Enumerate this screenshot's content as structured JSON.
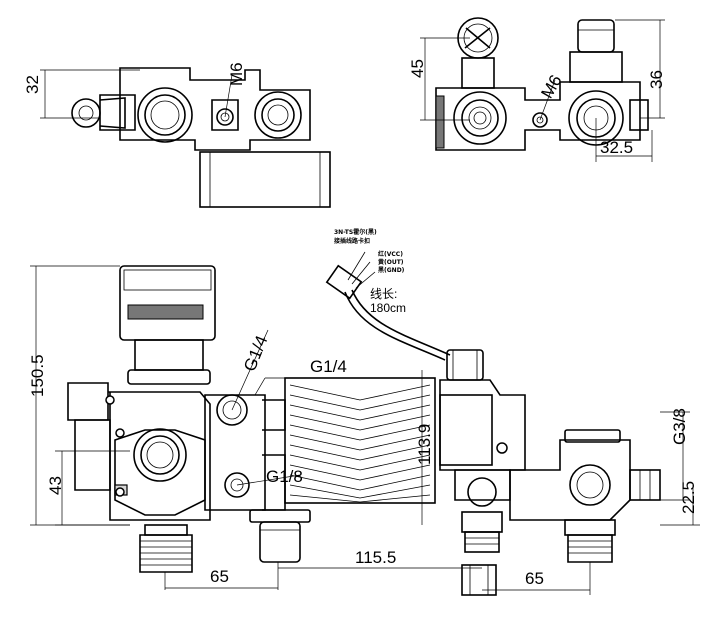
{
  "dimensions": {
    "top_left_height": "32",
    "top_left_thread": "M6",
    "top_right_height": "45",
    "top_right_thread": "M6",
    "top_right_side": "36",
    "top_right_offset": "32.5",
    "main_height": "150.5",
    "inlet_height": "43",
    "pipe_label_1": "G1/4",
    "pipe_label_2": "G1/4",
    "pipe_label_3": "G1/8",
    "center_height": "113.9",
    "outlet_thread": "G3/8",
    "outlet_height": "22.5",
    "span_left": "65",
    "span_mid": "115.5",
    "span_right": "65"
  },
  "cable_note": {
    "line1": "3N-TS霍尔(黑)",
    "line2": "接插线路卡扣",
    "wire_red": "红(VCC)",
    "wire_yellow": "黄(OUT)",
    "wire_black": "黑(GND)",
    "length_label": "线长:",
    "length_value": "180cm"
  }
}
